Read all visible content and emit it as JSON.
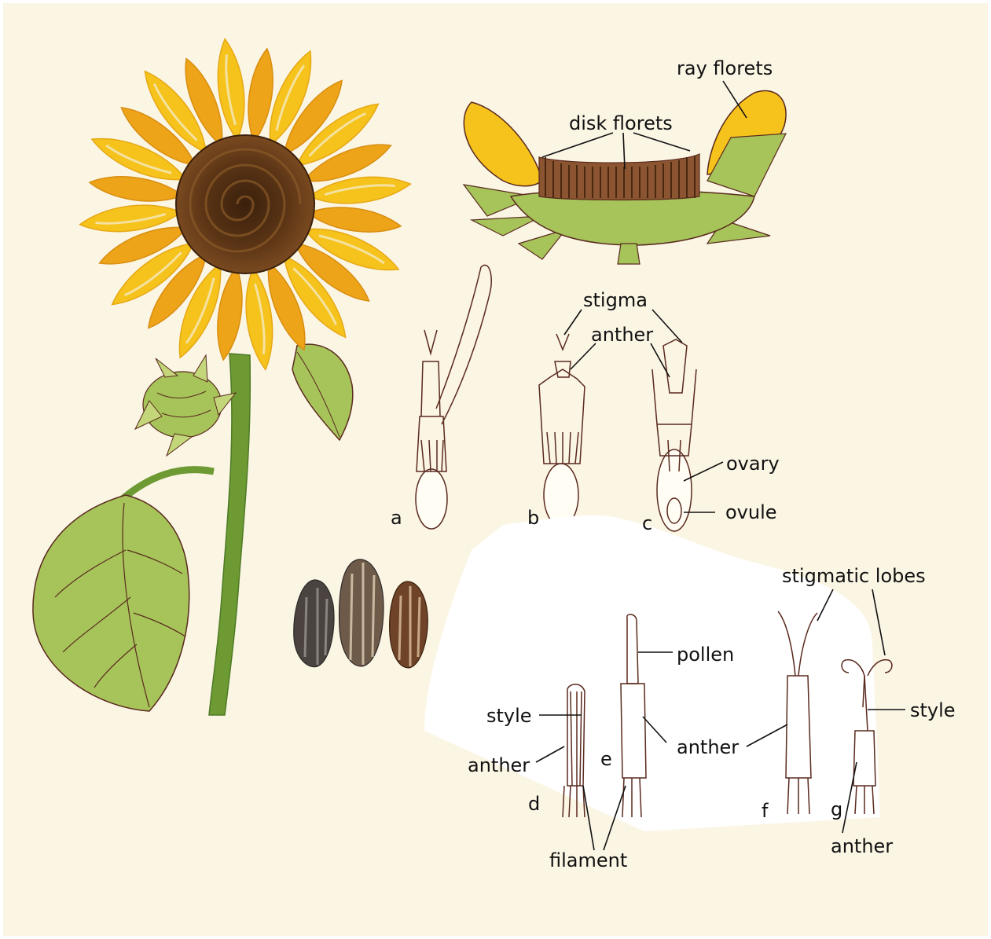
{
  "labels": {
    "ray_florets": "ray florets",
    "disk_florets": "disk florets",
    "stigma": "stigma",
    "anther_top": "anther",
    "ovary": "ovary",
    "ovule": "ovule",
    "a": "a",
    "b": "b",
    "c": "c",
    "stigmatic_lobes": "stigmatic lobes",
    "pollen": "pollen",
    "style_d": "style",
    "anther_d": "anther",
    "d": "d",
    "e": "e",
    "anther_mid": "anther",
    "f": "f",
    "g": "g",
    "style_g": "style",
    "anther_g": "anther",
    "filament": "filament"
  },
  "colors": {
    "paper": "#fbf5e4",
    "petal": "#f6c21c",
    "petal_shade": "#ea9f12",
    "disk": "#5a3415",
    "leaf": "#a6c45a",
    "stem": "#6e9a34",
    "ink": "#5a2a1e",
    "seed_dark": "#4a4340",
    "seed_brown": "#6e4328"
  }
}
